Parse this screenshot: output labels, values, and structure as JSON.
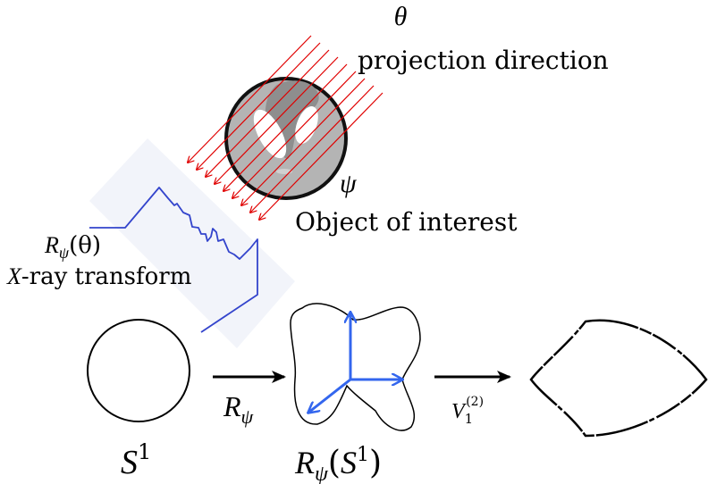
{
  "labels": {
    "theta": "θ",
    "projection_direction": "projection direction",
    "psi": "ψ",
    "object_of_interest": "Object of interest",
    "xray_symbol_R": "R",
    "xray_symbol_sub": "ψ",
    "xray_symbol_arg": "(θ)",
    "xray_transform_var": "X",
    "xray_transform_text": "-ray transform",
    "circle_S": "S",
    "circle_S_sup": "1",
    "arrow1_R": "R",
    "arrow1_sub": "ψ",
    "image_R": "R",
    "image_sub": "ψ",
    "image_paren_open": "(",
    "image_S": "S",
    "image_S_sup": "1",
    "image_paren_close": ")",
    "arrow2_V": "V",
    "arrow2_sub": "1",
    "arrow2_sup": "(2)"
  },
  "colors": {
    "ray": "#e00000",
    "transform_curve": "#3344cc",
    "vector": "#3366ee",
    "object_fill": "#b4b4b4",
    "object_outline": "#111111"
  }
}
